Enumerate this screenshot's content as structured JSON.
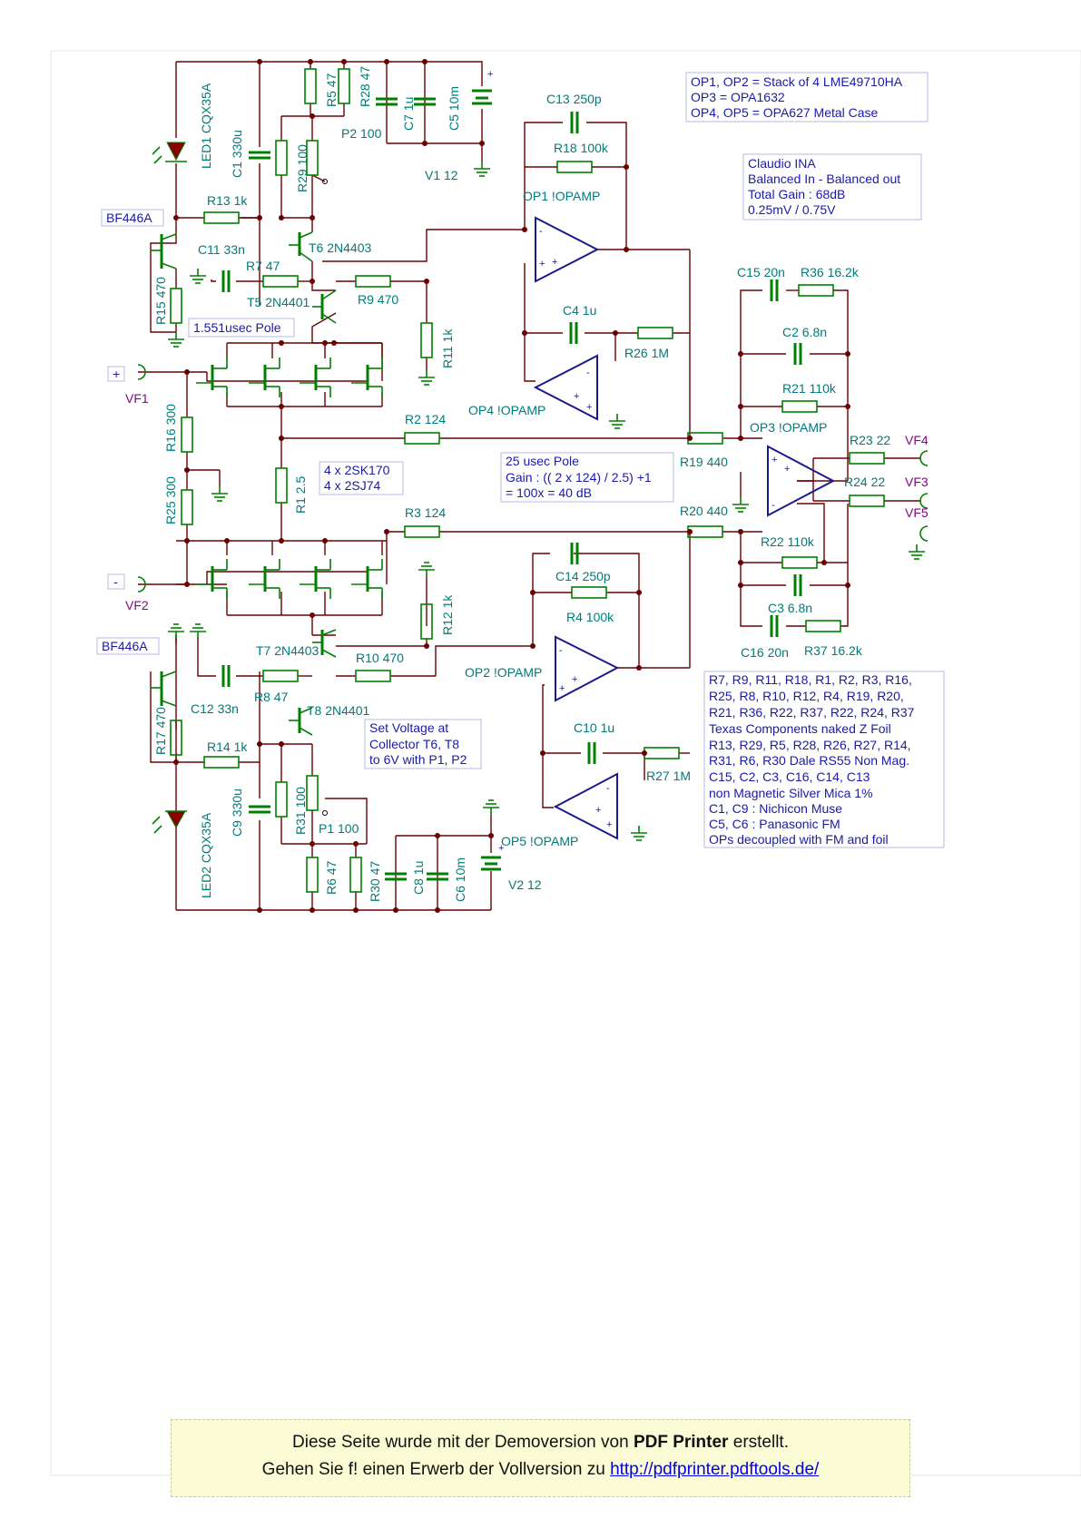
{
  "schematic": {
    "notes": {
      "op_types": [
        "OP1, OP2 = Stack of 4 LME49710HA",
        "OP3 = OPA1632",
        "OP4, OP5 = OPA627 Metal Case"
      ],
      "title_block": [
        "Claudio INA",
        "Balanced In - Balanced out",
        "Total Gain : 68dB",
        "0.25mV / 0.75V"
      ],
      "pole_note": "1.551usec Pole",
      "jfet_note": [
        "4 x 2SK170",
        "4 x 2SJ74"
      ],
      "gain_note": [
        "25 usec Pole",
        "Gain : (( 2 x 124) / 2.5) +1",
        "= 100x = 40 dB"
      ],
      "voltage_note": [
        "Set Voltage at",
        "Collector T6, T8",
        "to 6V with P1, P2"
      ],
      "components_note": [
        "R7, R9, R11, R18, R1, R2, R3, R16,",
        "R25, R8, R10, R12, R4, R19, R20,",
        "R21, R36, R22, R37, R22, R24, R37",
        "Texas Components naked Z Foil",
        "R13, R29, R5, R28, R26, R27, R14,",
        "R31, R6, R30 Dale RS55 Non Mag.",
        "C15, C2, C3, C16, C14, C13",
        "non Magnetic Silver Mica 1%",
        "C1, C9 : Nichicon Muse",
        "C5, C6 : Panasonic FM",
        "OPs decoupled with FM and foil"
      ],
      "bf446a_top": "BF446A",
      "bf446a_bottom": "BF446A"
    },
    "labels": {
      "led1": "LED1 CQX35A",
      "led2": "LED2 CQX35A",
      "c1": "C1 330u",
      "c9": "C9 330u",
      "r13": "R13 1k",
      "r14": "R14 1k",
      "r5": "R5 47",
      "r28": "R28 47",
      "r6": "R6 47",
      "r30": "R30 47",
      "c7": "C7 1u",
      "c5": "C5 10m",
      "c8": "C8 1u",
      "c6": "C6 10m",
      "v1": "V1 12",
      "v2": "V2 12",
      "p2": "P2 100",
      "p1": "P1 100",
      "r29": "R29 100",
      "r31": "R31 100",
      "t6": "T6 2N4403",
      "t5": "T5 2N4401",
      "t7": "T7 2N4403",
      "t8": "T8 2N4401",
      "c11": "C11 33n",
      "c12": "C12 33n",
      "r7": "R7 47",
      "r8": "R8 47",
      "r15": "R15 470",
      "r17": "R17 470",
      "r9": "R9 470",
      "r10": "R10 470",
      "r11": "R11 1k",
      "r12": "R12 1k",
      "r16": "R16 300",
      "r25": "R25 300",
      "r1": "R1 2.5",
      "r2": "R2 124",
      "r3": "R3 124",
      "c13": "C13 250p",
      "c14": "C14 250p",
      "r18": "R18 100k",
      "r4": "R4 100k",
      "op1": "OP1 !OPAMP",
      "op2": "OP2 !OPAMP",
      "op3": "OP3 !OPAMP",
      "op4": "OP4 !OPAMP",
      "op5": "OP5 !OPAMP",
      "c4": "C4 1u",
      "c10": "C10 1u",
      "r26": "R26 1M",
      "r27": "R27 1M",
      "c15": "C15 20n",
      "c16": "C16 20n",
      "r36": "R36 16.2k",
      "r37": "R37 16.2k",
      "c2": "C2 6.8n",
      "c3": "C3 6.8n",
      "r21": "R21 110k",
      "r22": "R22 110k",
      "r19": "R19 440",
      "r20": "R20 440",
      "r23": "R23 22",
      "r24": "R24 22",
      "plus_sign": "+",
      "minus_sign": "-"
    },
    "nets": {
      "vf1": "VF1",
      "vf2": "VF2",
      "vf3": "VF3",
      "vf4": "VF4",
      "vf5": "VF5"
    },
    "port_plus": "+",
    "port_minus": "-"
  },
  "demo_banner": {
    "line1_prefix": "Diese Seite wurde mit der Demoversion von ",
    "line1_bold": "PDF Printer",
    "line1_suffix": " erstellt.",
    "line2_prefix": "Gehen Sie f! einen Erwerb der Vollversion zu ",
    "line2_link": "http://pdfprinter.pdftools.de/"
  },
  "colors": {
    "wire": "#6b0000",
    "component": "#008000",
    "label": "#007b7b",
    "net": "#8b008b",
    "note": "#1a1aa8",
    "banner": "#fbfbd5"
  }
}
